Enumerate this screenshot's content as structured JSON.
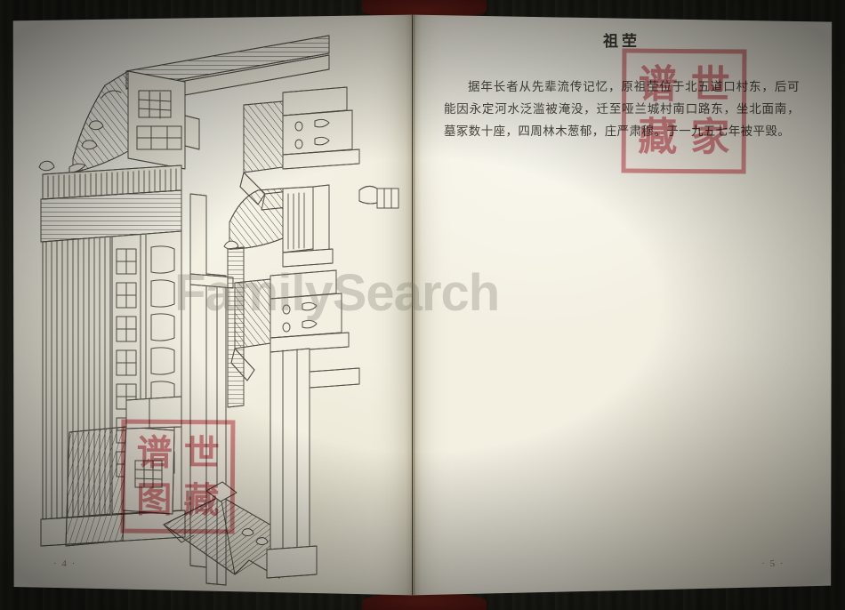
{
  "document": {
    "type": "scanned-book-spread",
    "paper_color": "#f3f0e2",
    "ink_color": "#4a4840",
    "seal_color": "#d6767e",
    "background_color": "#1e1e18",
    "binding_color": "#4a1510"
  },
  "left_page": {
    "folio": "· 4 ·",
    "illustration": {
      "name": "traditional-chinese-architecture-line-drawing",
      "description": "Pen-and-ink perspective drawing of a traditional Chinese courtyard building complex with tiled hip roofs, bracket eaves, latticed windows and a gatehouse, printed sideways on the page.",
      "caption": ""
    },
    "seal": {
      "characters": [
        "谱",
        "世",
        "图",
        "藏"
      ],
      "shape": "square-border"
    }
  },
  "right_page": {
    "folio": "· 5 ·",
    "title": "祖茔",
    "body": "据年长者从先辈流传记忆，原祖茔位于北五道口村东，后可能因永定河水泛滥被淹没，迁至哑兰城村南口路东，坐北面南，墓冢数十座，四周林木葱郁，庄严肃穆。于一九五七年被平毁。",
    "seal": {
      "characters": [
        "谱",
        "世",
        "藏",
        "家"
      ],
      "shape": "square-border"
    }
  },
  "overlay": {
    "watermark": "FamilySearch"
  }
}
